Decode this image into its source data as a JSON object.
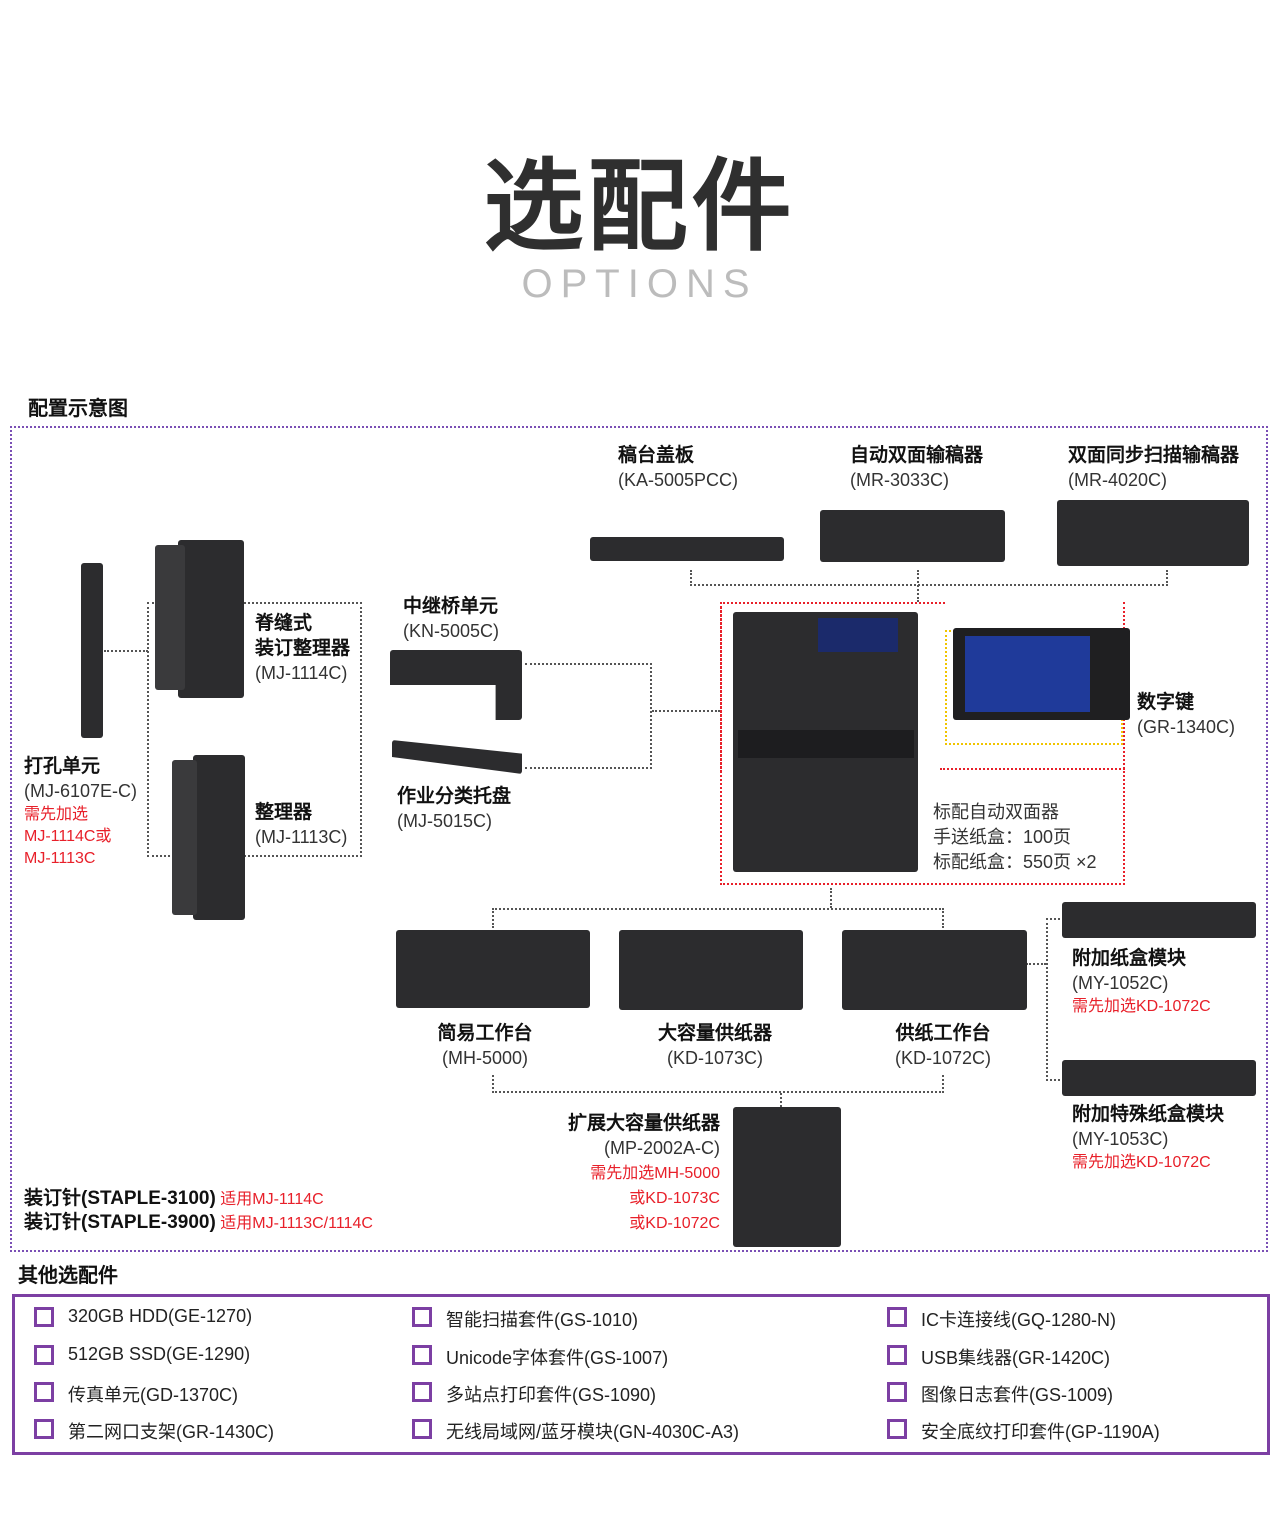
{
  "header": {
    "title": "选配件",
    "subtitle": "OPTIONS"
  },
  "diagram": {
    "section_title": "配置示意图",
    "items": {
      "platen_cover": {
        "name": "稿台盖板",
        "model": "(KA-5005PCC)"
      },
      "radf": {
        "name": "自动双面输稿器",
        "model": "(MR-3033C)"
      },
      "dsdf": {
        "name": "双面同步扫描输稿器",
        "model": "(MR-4020C)"
      },
      "bridge": {
        "name": "中继桥单元",
        "model": "(KN-5005C)"
      },
      "saddle": {
        "name1": "脊缝式",
        "name2": "装订整理器",
        "model": "(MJ-1114C)"
      },
      "punch": {
        "name": "打孔单元",
        "model": "(MJ-6107E-C)",
        "note1": "需先加选",
        "note2": "MJ-1114C或",
        "note3": "MJ-1113C"
      },
      "finisher": {
        "name": "整理器",
        "model": "(MJ-1113C)"
      },
      "job_tray": {
        "name": "作业分类托盘",
        "model": "(MJ-5015C)"
      },
      "keypad": {
        "name": "数字键",
        "model": "(GR-1340C)"
      },
      "standard": {
        "line1": "标配自动双面器",
        "line2": "手送纸盒：100页",
        "line3": "标配纸盒：550页 ×2"
      },
      "stand": {
        "name": "简易工作台",
        "model": "(MH-5000)"
      },
      "lcf": {
        "name": "大容量供纸器",
        "model": "(KD-1073C)"
      },
      "pfp": {
        "name": "供纸工作台",
        "model": "(KD-1072C)"
      },
      "cassette": {
        "name": "附加纸盒模块",
        "model": "(MY-1052C)",
        "note": "需先加选KD-1072C"
      },
      "special_cassette": {
        "name": "附加特殊纸盒模块",
        "model": "(MY-1053C)",
        "note": "需先加选KD-1072C"
      },
      "ext_lcf": {
        "name": "扩展大容量供纸器",
        "model": "(MP-2002A-C)",
        "note1": "需先加选MH-5000",
        "note2": "或KD-1073C",
        "note3": "或KD-1072C"
      },
      "staple1": {
        "label": "装订针(STAPLE-3100)",
        "note": "适用MJ-1114C"
      },
      "staple2": {
        "label": "装订针(STAPLE-3900)",
        "note": "适用MJ-1113C/1114C"
      }
    }
  },
  "others": {
    "section_title": "其他选配件",
    "columns": [
      [
        "320GB  HDD(GE-1270)",
        "512GB   SSD(GE-1290)",
        "传真单元(GD-1370C)",
        "第二网口支架(GR-1430C)"
      ],
      [
        "智能扫描套件(GS-1010)",
        "Unicode字体套件(GS-1007)",
        "多站点打印套件(GS-1090)",
        "无线局域网/蓝牙模块(GN-4030C-A3)"
      ],
      [
        "IC卡连接线(GQ-1280-N)",
        "USB集线器(GR-1420C)",
        "图像日志套件(GS-1009)",
        "安全底纹打印套件(GP-1190A)"
      ]
    ]
  },
  "colors": {
    "accent": "#7c3fa3",
    "red": "#e8202a"
  }
}
